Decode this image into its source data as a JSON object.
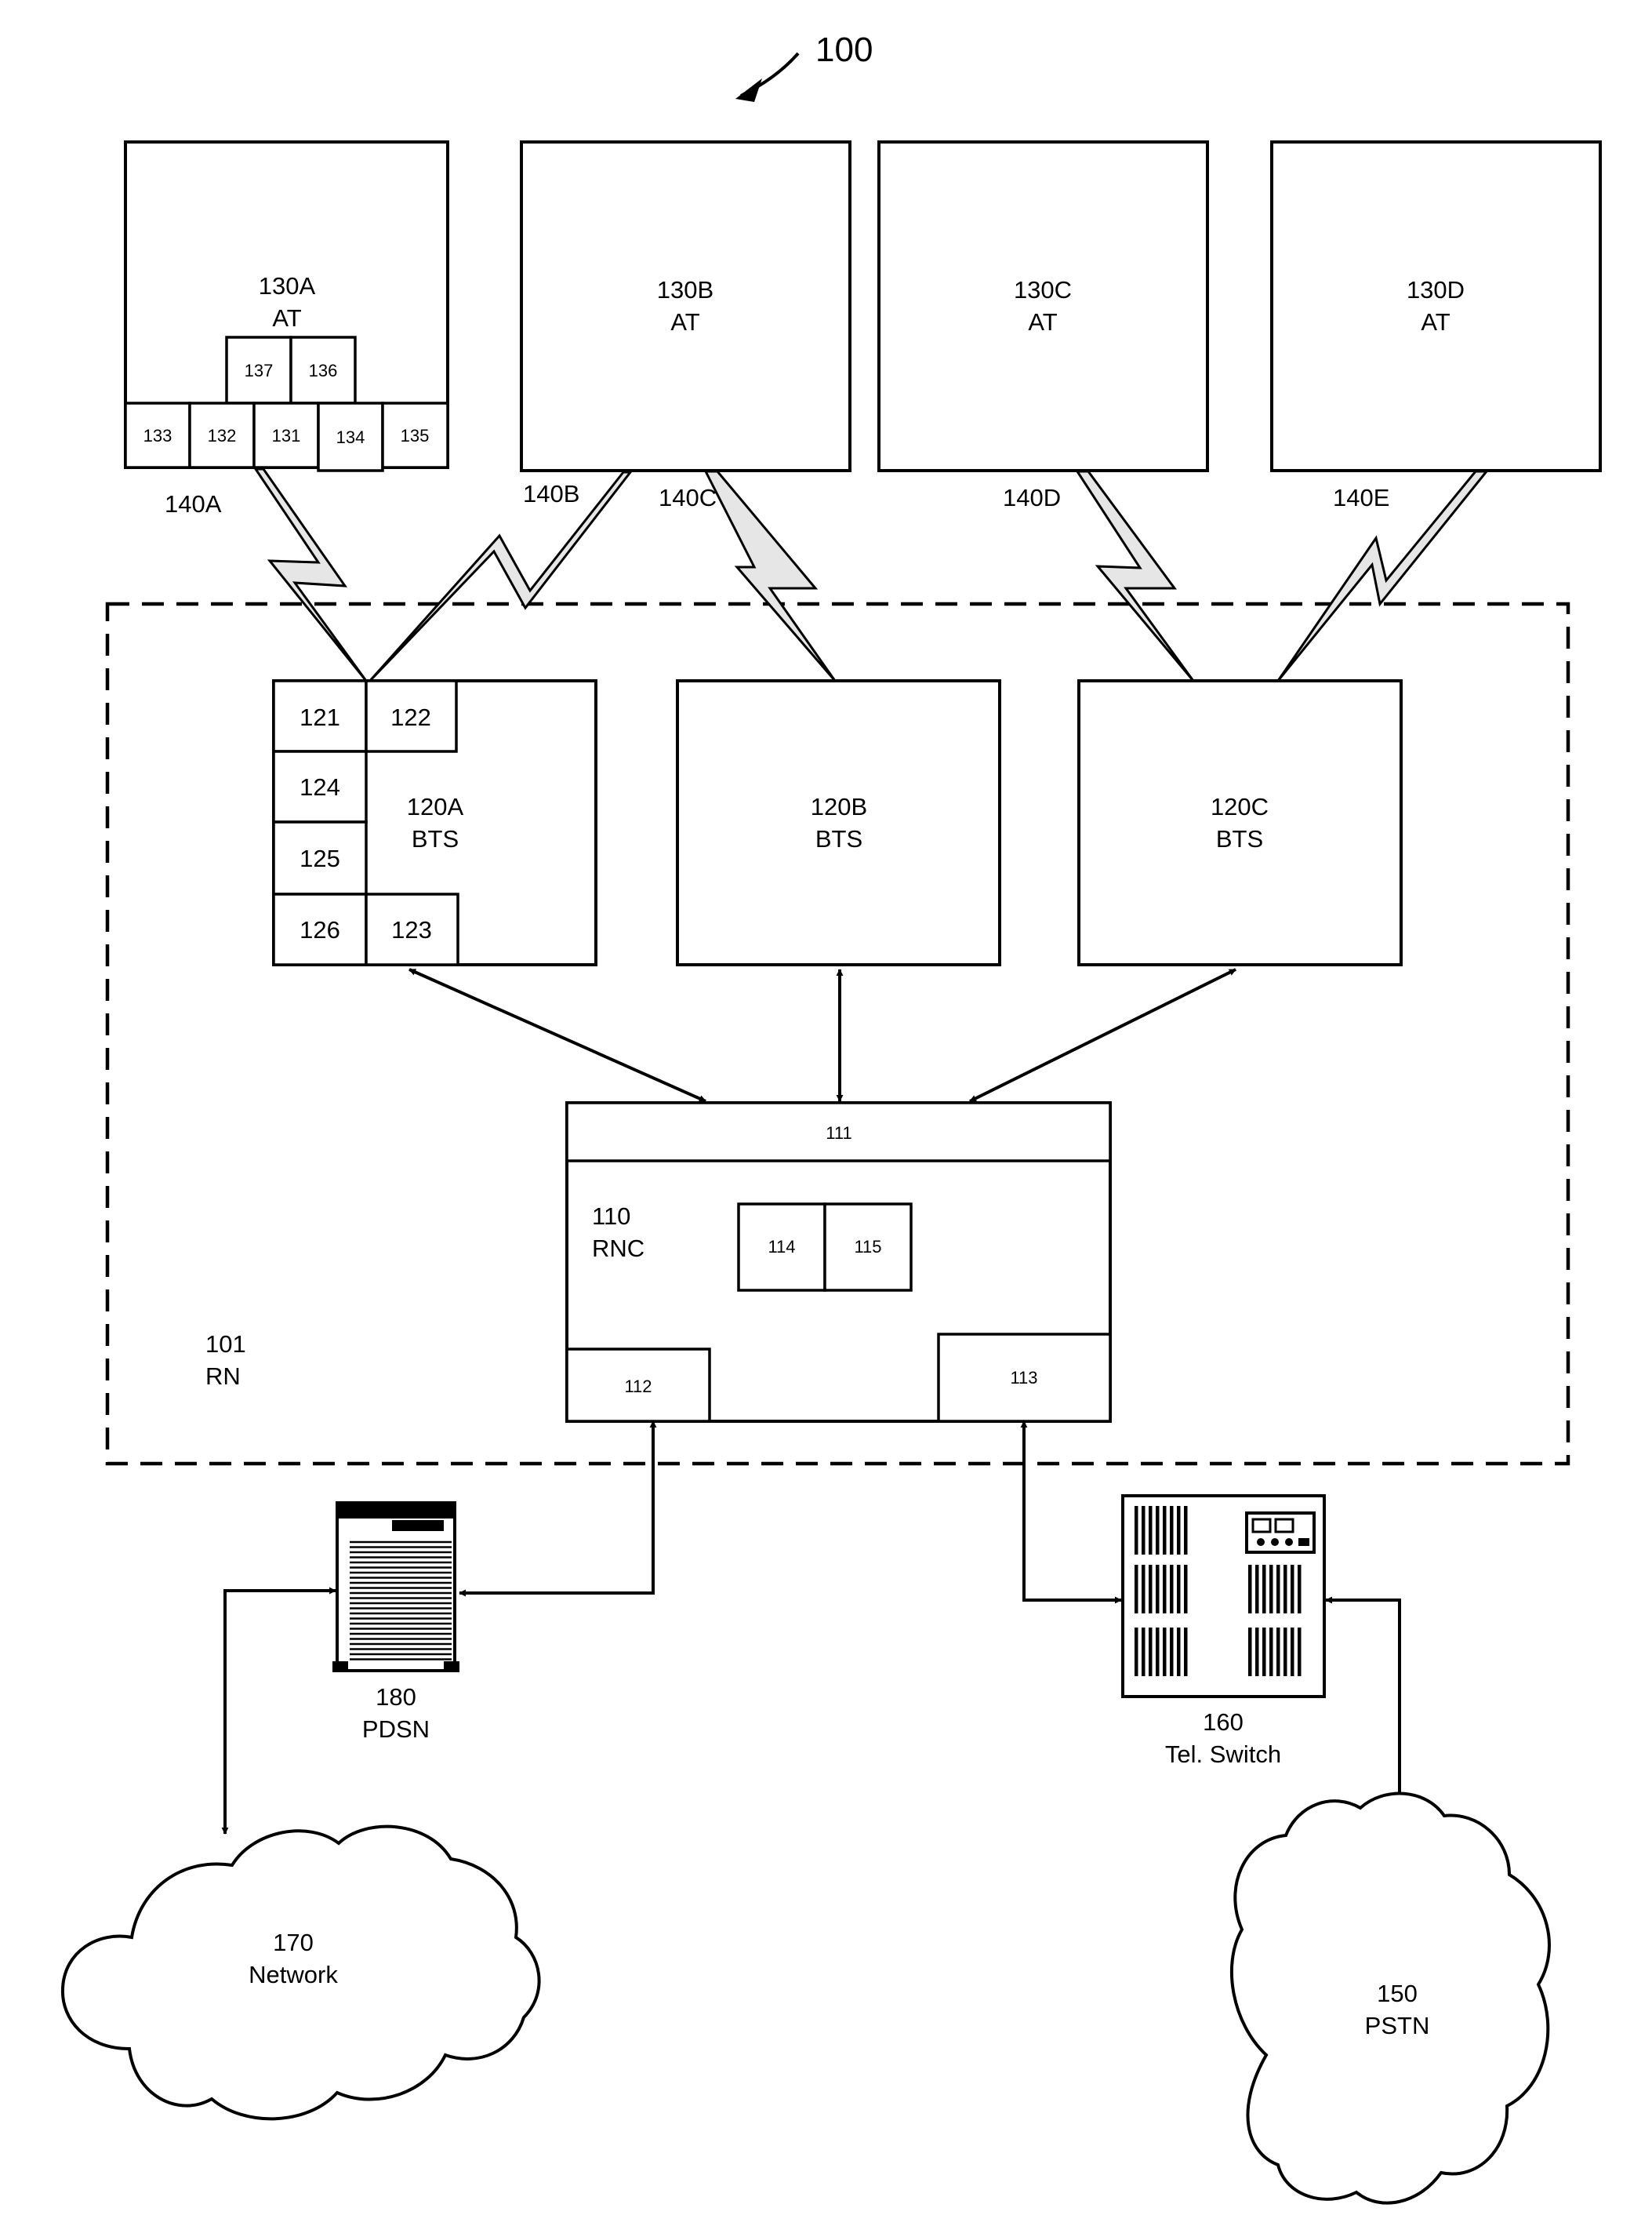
{
  "figure_ref": "100",
  "radio_network": {
    "num": "101",
    "name": "RN"
  },
  "access_terminals": [
    {
      "num": "130A",
      "name": "AT"
    },
    {
      "num": "130B",
      "name": "AT"
    },
    {
      "num": "130C",
      "name": "AT"
    },
    {
      "num": "130D",
      "name": "AT"
    }
  ],
  "at_components": [
    "133",
    "132",
    "131",
    "134",
    "135",
    "137",
    "136"
  ],
  "links": [
    "140A",
    "140B",
    "140C",
    "140D",
    "140E"
  ],
  "base_stations": [
    {
      "num": "120A",
      "name": "BTS"
    },
    {
      "num": "120B",
      "name": "BTS"
    },
    {
      "num": "120C",
      "name": "BTS"
    }
  ],
  "bts_components": [
    "121",
    "122",
    "124",
    "125",
    "126",
    "123"
  ],
  "rnc": {
    "num": "110",
    "name": "RNC",
    "components": [
      "111",
      "112",
      "113",
      "114",
      "115"
    ]
  },
  "pdsn": {
    "num": "180",
    "name": "PDSN"
  },
  "switch": {
    "num": "160",
    "name": "Tel. Switch"
  },
  "network": {
    "num": "170",
    "name": "Network"
  },
  "pstn": {
    "num": "150",
    "name": "PSTN"
  }
}
